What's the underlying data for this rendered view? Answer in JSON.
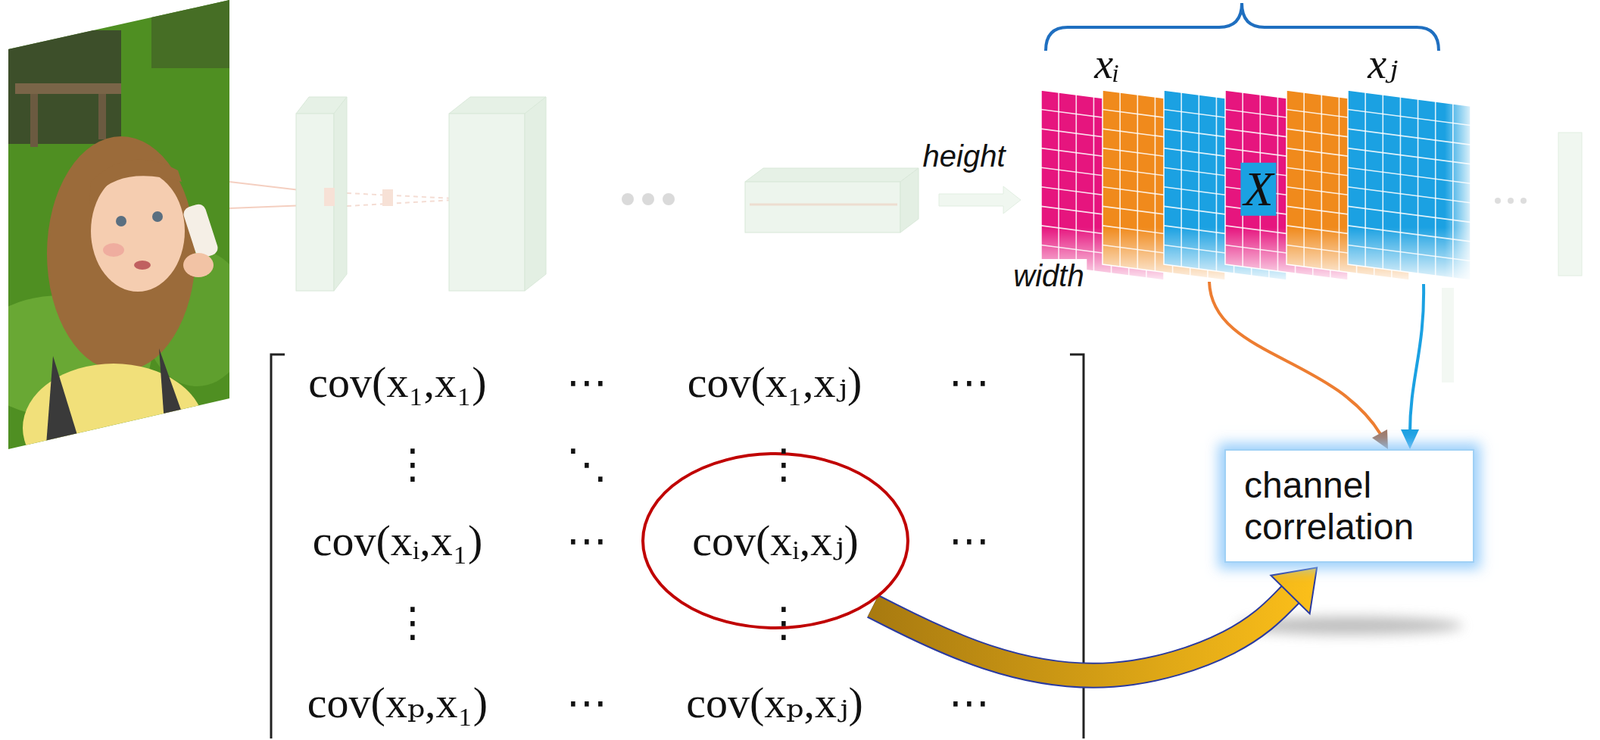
{
  "diagram": {
    "nodes": [
      {
        "text": [
          "cov(xᵢ,xⱼ)"
        ]
      },
      {
        "text": [
          "channel correlation"
        ]
      }
    ],
    "edges": [
      {
        "from": 0,
        "to": 1,
        "arrow": "to"
      }
    ],
    "labels": [
      "xᵢ",
      "xⱼ",
      "height",
      "X",
      "width",
      "cov(x₁,x₁)",
      "⋯",
      "cov(x₁,xⱼ)",
      "⋯",
      "⋮",
      "⋱",
      "⋮",
      "cov(xᵢ,x₁)",
      "⋯",
      "⋯",
      "⋮",
      "⋮",
      "cov(xₚ,x₁)",
      "⋯",
      "cov(xₚ,xⱼ)",
      "⋯"
    ]
  }
}
